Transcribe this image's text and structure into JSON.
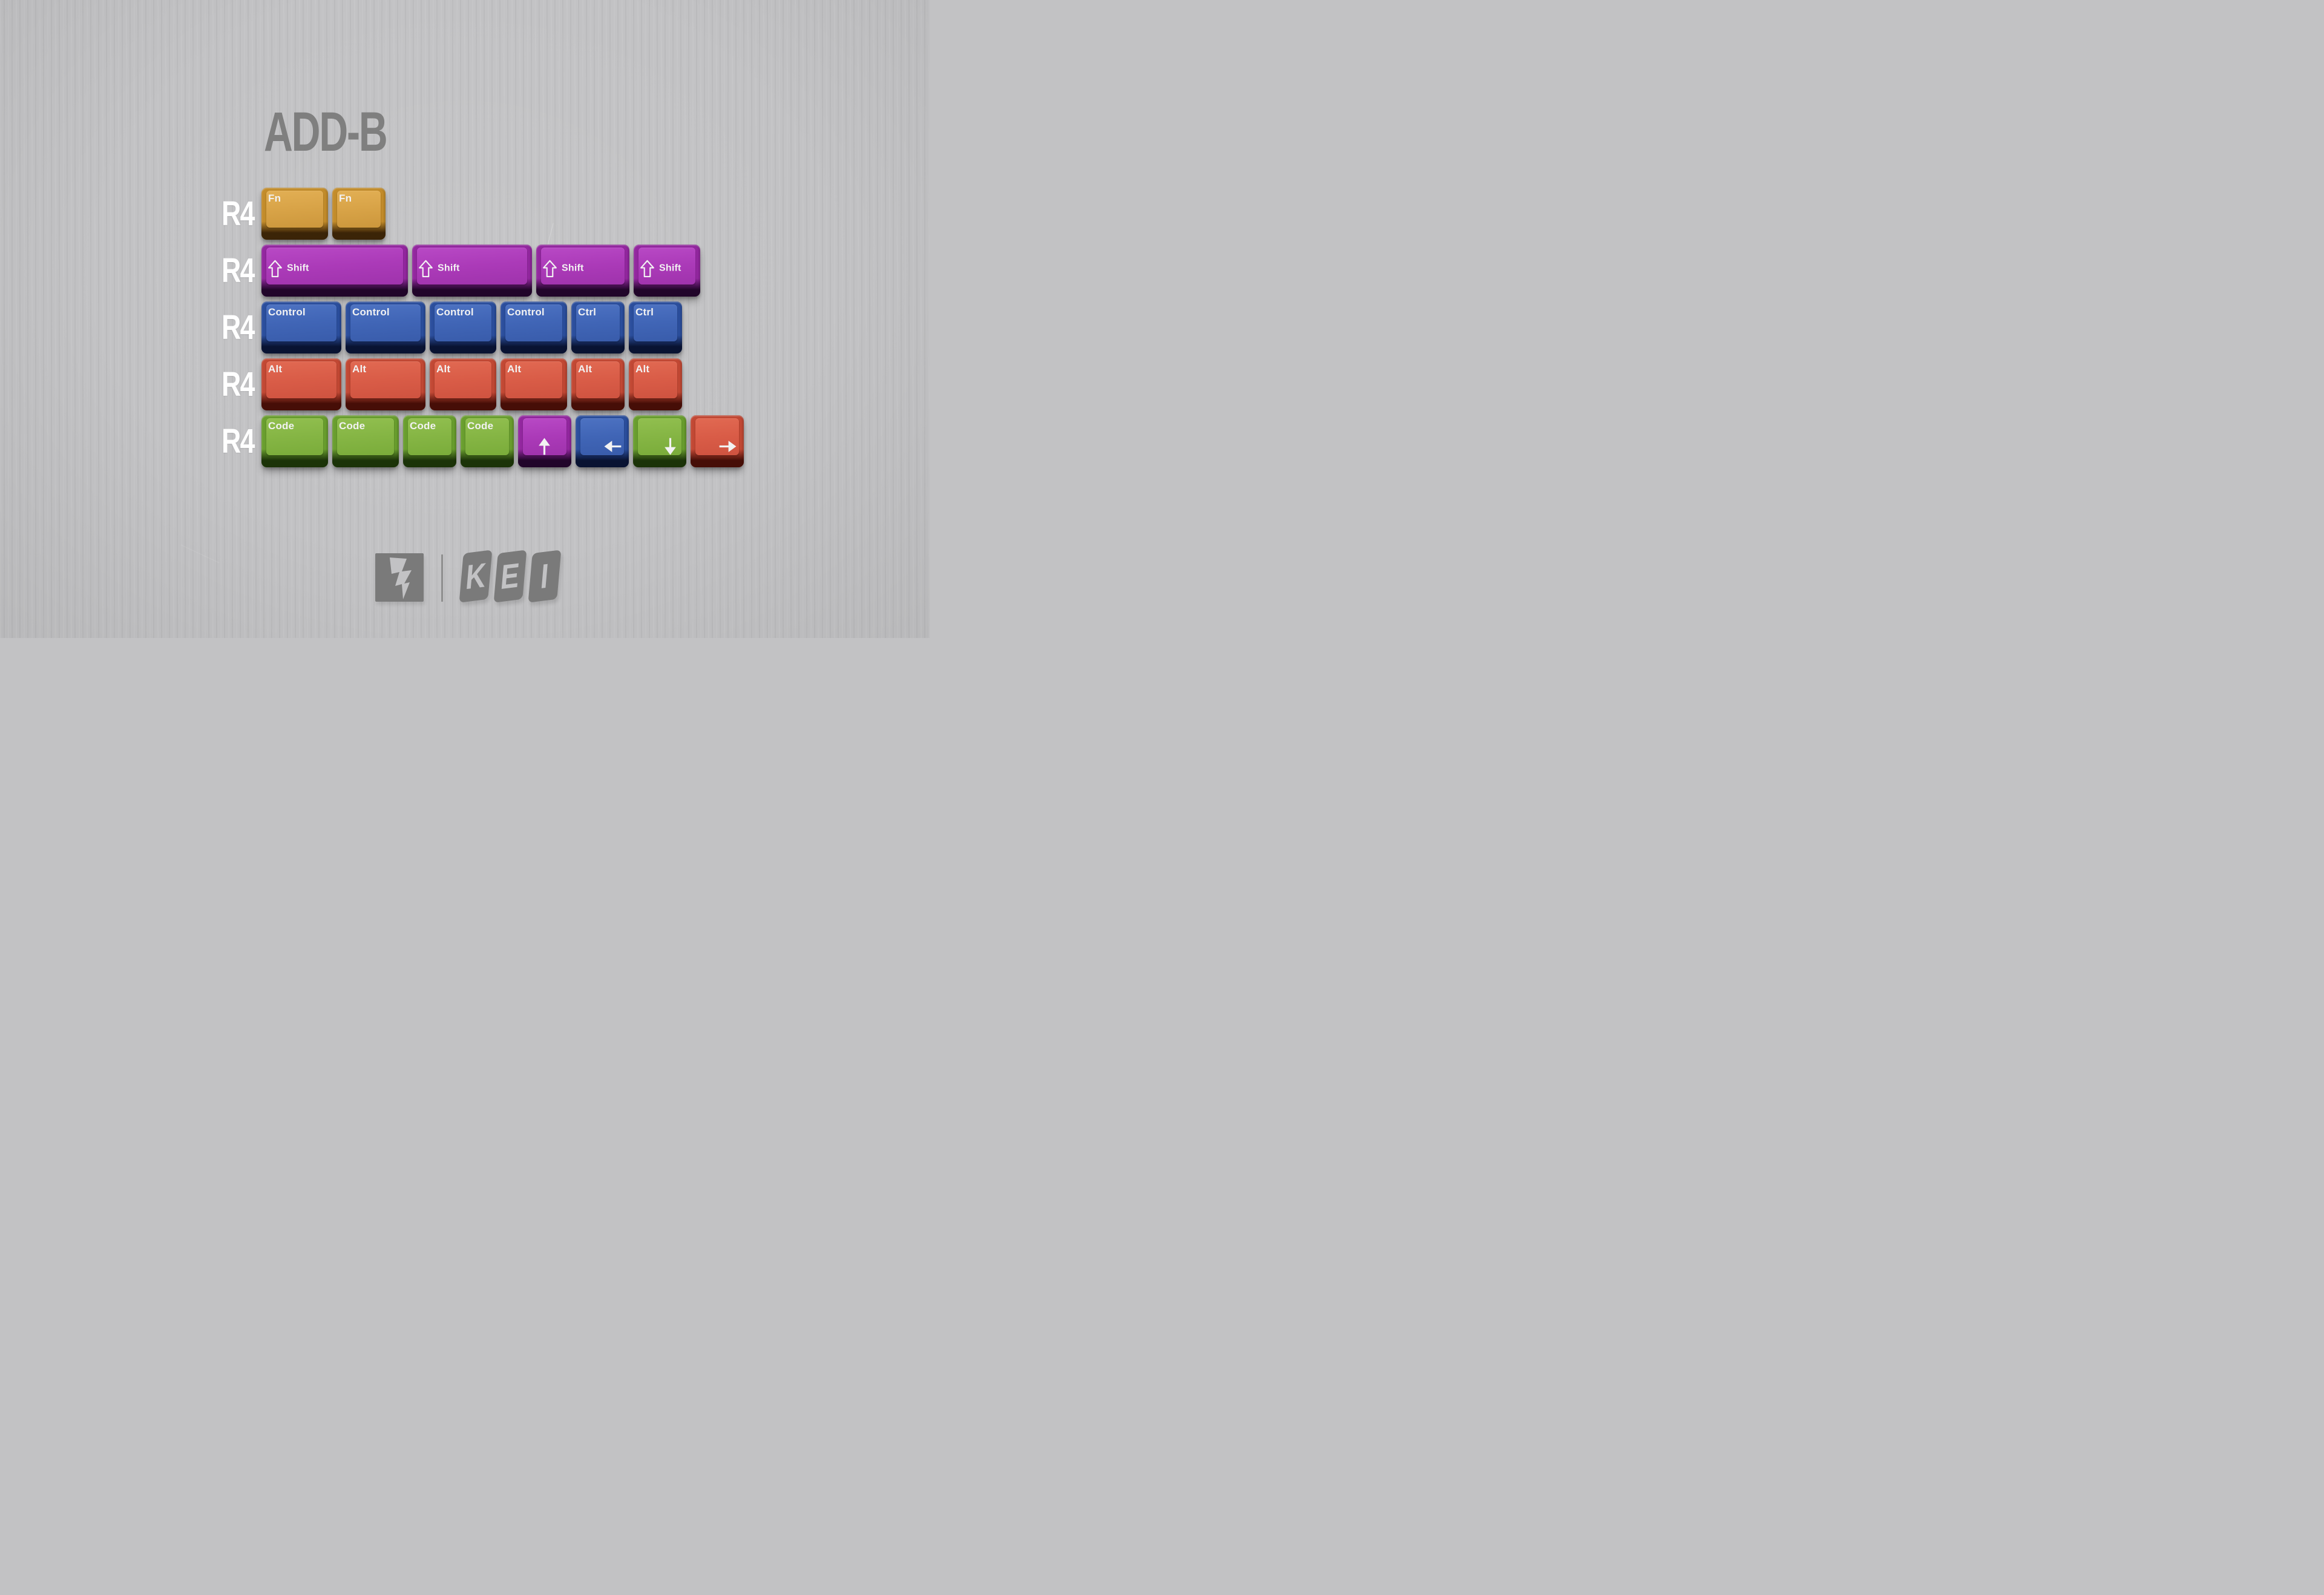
{
  "title": "ADD-B",
  "rows": [
    {
      "label": "R4",
      "keys": [
        {
          "legend": "Fn",
          "color": "gold",
          "width_u": 1.25
        },
        {
          "legend": "Fn",
          "color": "gold",
          "width_u": 1
        }
      ]
    },
    {
      "label": "R4",
      "keys": [
        {
          "legend": "Shift",
          "icon": "shift-up-arrow",
          "color": "purple",
          "width_u": 2.75
        },
        {
          "legend": "Shift",
          "icon": "shift-up-arrow",
          "color": "purple",
          "width_u": 2.25
        },
        {
          "legend": "Shift",
          "icon": "shift-up-arrow",
          "color": "purple",
          "width_u": 1.75
        },
        {
          "legend": "Shift",
          "icon": "shift-up-arrow",
          "color": "purple",
          "width_u": 1.25
        }
      ]
    },
    {
      "label": "R4",
      "keys": [
        {
          "legend": "Control",
          "color": "blue",
          "width_u": 1.5
        },
        {
          "legend": "Control",
          "color": "blue",
          "width_u": 1.5
        },
        {
          "legend": "Control",
          "color": "blue",
          "width_u": 1.25
        },
        {
          "legend": "Control",
          "color": "blue",
          "width_u": 1.25
        },
        {
          "legend": "Ctrl",
          "color": "blue",
          "width_u": 1
        },
        {
          "legend": "Ctrl",
          "color": "blue",
          "width_u": 1
        }
      ]
    },
    {
      "label": "R4",
      "keys": [
        {
          "legend": "Alt",
          "color": "red",
          "width_u": 1.5
        },
        {
          "legend": "Alt",
          "color": "red",
          "width_u": 1.5
        },
        {
          "legend": "Alt",
          "color": "red",
          "width_u": 1.25
        },
        {
          "legend": "Alt",
          "color": "red",
          "width_u": 1.25
        },
        {
          "legend": "Alt",
          "color": "red",
          "width_u": 1
        },
        {
          "legend": "Alt",
          "color": "red",
          "width_u": 1
        }
      ]
    },
    {
      "label": "R4",
      "keys": [
        {
          "legend": "Code",
          "color": "green",
          "width_u": 1.25
        },
        {
          "legend": "Code",
          "color": "green",
          "width_u": 1.25
        },
        {
          "legend": "Code",
          "color": "green",
          "width_u": 1
        },
        {
          "legend": "Code",
          "color": "green",
          "width_u": 1
        },
        {
          "icon": "arrow-up",
          "color": "purple",
          "width_u": 1
        },
        {
          "icon": "arrow-left",
          "color": "blue",
          "width_u": 1
        },
        {
          "icon": "arrow-down",
          "color": "green",
          "width_u": 1
        },
        {
          "icon": "arrow-right",
          "color": "red",
          "width_u": 1
        }
      ]
    }
  ],
  "brand": {
    "name": "KEI",
    "letters": [
      "K",
      "E",
      "I"
    ],
    "bolt_icon": "lightning-bolt-icon"
  },
  "colors": {
    "background": "#c2c2c4",
    "title_gray": "#7f7f7f",
    "logo_gray": "#7a7a7a",
    "row_label_white": "#ffffff",
    "legend_white": "#f2f2f2",
    "gold": {
      "side": "#c38c2a",
      "top": "#d8a347",
      "top_light": "#e2af54",
      "top_dark": "#cc973c",
      "shadow": "#321d05"
    },
    "purple": {
      "side": "#93279f",
      "top": "#ab3ab8",
      "top_light": "#b849c5",
      "top_dark": "#9f33ac",
      "shadow": "#1a0322"
    },
    "blue": {
      "side": "#2b4e9d",
      "top": "#4065b6",
      "top_light": "#4d72c2",
      "top_dark": "#395cab",
      "shadow": "#070f2b"
    },
    "red": {
      "side": "#c24834",
      "top": "#d95c47",
      "top_light": "#e16952",
      "top_dark": "#cf5340",
      "shadow": "#3e0a04"
    },
    "green": {
      "side": "#699e2e",
      "top": "#85b544",
      "top_light": "#91bf4f",
      "top_dark": "#7aac3a",
      "shadow": "#162c06"
    }
  }
}
